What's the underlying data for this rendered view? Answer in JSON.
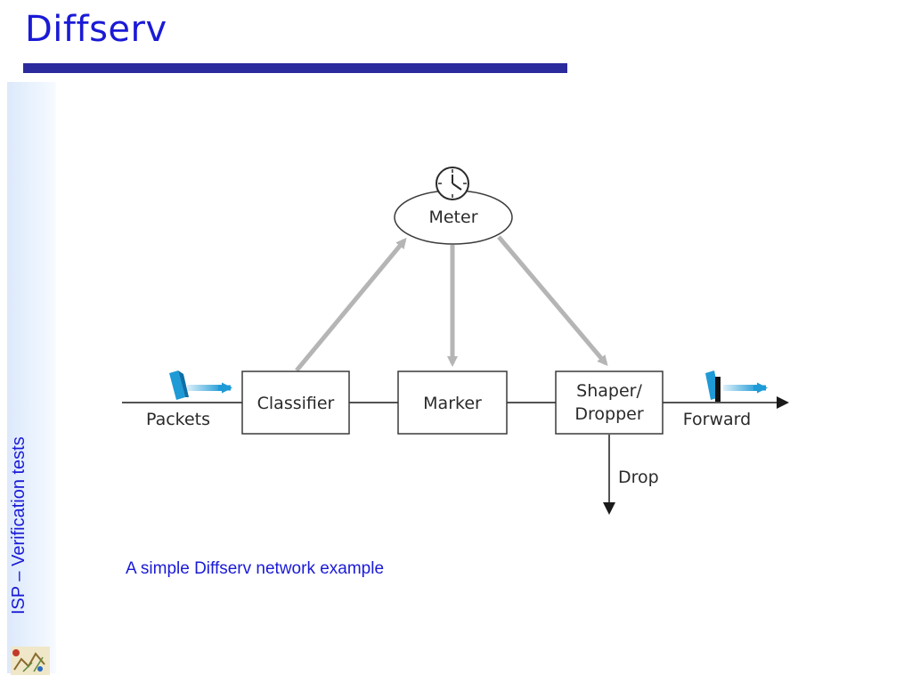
{
  "slide": {
    "title": "Diffserv",
    "sidebar_text": "ISP – Verification tests",
    "caption": "A simple Diffserv network example"
  },
  "diagram": {
    "meter_label": "Meter",
    "classifier_label": "Classifier",
    "marker_label": "Marker",
    "shaper_label_line1": "Shaper/",
    "shaper_label_line2": "Dropper",
    "packets_label": "Packets",
    "forward_label": "Forward",
    "drop_label": "Drop"
  },
  "colors": {
    "title": "#1a1ad6",
    "rule": "#2b2b9e",
    "gray_arrow": "#b5b5b5",
    "packet_blue": "#1e9ad6"
  },
  "icons": [
    "clock-icon",
    "packet-icon",
    "logo-icon"
  ]
}
